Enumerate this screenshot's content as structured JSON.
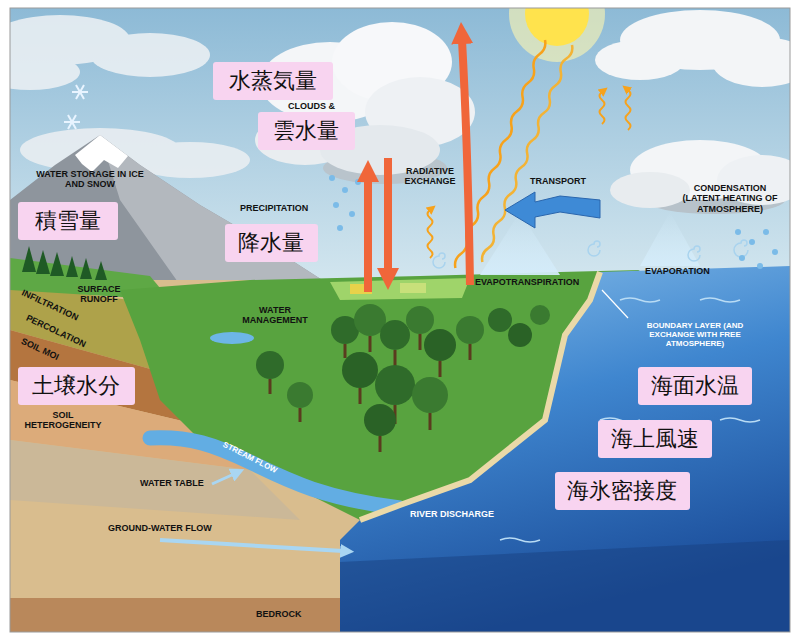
{
  "diagram": {
    "nodes": [
      {
        "text": [
          "水蒸気量"
        ]
      },
      {
        "text": [
          "雲水量"
        ]
      },
      {
        "text": [
          "積雪量"
        ]
      },
      {
        "text": [
          "降水量"
        ]
      },
      {
        "text": [
          "土壌水分"
        ]
      },
      {
        "text": [
          "海面水温"
        ]
      },
      {
        "text": [
          "海上風速"
        ]
      },
      {
        "text": [
          "海氷密接度"
        ]
      }
    ],
    "labels": [
      "CLOUDS &",
      "WATER STORAGE IN ICE AND SNOW",
      "RADIATIVE EXCHANGE",
      "TRANSPORT",
      "CONDENSATION (LATENT HEATING OF ATMOSPHERE)",
      "PRECIPITATION",
      "EVAPOTRANSPIRATION",
      "EVAPORATION",
      "SURFACE RUNOFF",
      "INFILTRATION",
      "WATER MANAGEMENT",
      "PERCOLATION",
      "BOUNDARY LAYER (AND EXCHANGE WITH FREE ATMOSPHERE)",
      "SOIL MOI",
      "SOIL HETEROGENEITY",
      "STREAM FLOW",
      "WATER TABLE",
      "RIVER DISCHARGE",
      "GROUND-WATER FLOW",
      "BEDROCK"
    ]
  }
}
